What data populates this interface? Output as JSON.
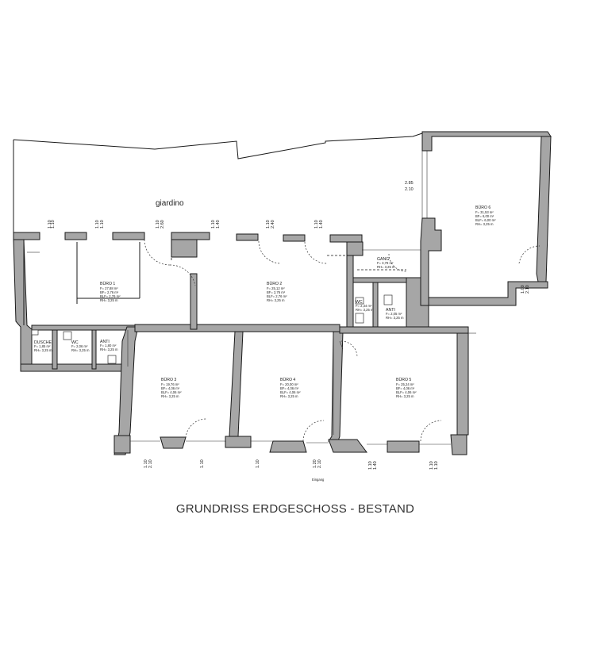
{
  "plan": {
    "title": "GRUNDRISS ERDGESCHOSS - BESTAND",
    "garden": "giardino",
    "entrance": "Eingang",
    "rooms": [
      {
        "name": "BÜRO 1",
        "l1": "F= 27,88 m²",
        "l2": "BF= 2,76 m²",
        "l3": "BLF= 2,76 m²",
        "l4": "RH= 3,25 m"
      },
      {
        "name": "BÜRO 2",
        "l1": "F= 25,12 m²",
        "l2": "BF= 2,76 m²",
        "l3": "BLF= 2,76 m²",
        "l4": "RH= 3,25 m"
      },
      {
        "name": "BÜRO 3",
        "l1": "F= 19,76 m²",
        "l2": "BF= 4,06 m²",
        "l3": "BLF= 4,06 m²",
        "l4": "RH= 3,25 m"
      },
      {
        "name": "BÜRO 4",
        "l1": "F= 20,00 m²",
        "l2": "BF= 4,06 m²",
        "l3": "BLF= 4,06 m²",
        "l4": "RH= 3,25 m"
      },
      {
        "name": "BÜRO 5",
        "l1": "F= 25,24 m²",
        "l2": "BF= 4,06 m²",
        "l3": "BLF= 4,06 m²",
        "l4": "RH= 3,25 m"
      },
      {
        "name": "BÜRO 6",
        "l1": "F= 31,53 m²",
        "l2": "BF= 6,00 m²",
        "l3": "BLF= 6,00 m²",
        "l4": "RH= 3,25 m"
      },
      {
        "name": "GANG",
        "l1": "F= 3,78 m²",
        "l2": "RH= 3,25 m"
      },
      {
        "name": "DUSCHE",
        "l1": "F= 1,85 m²",
        "l2": "RH= 3,25 m"
      },
      {
        "name": "WC",
        "l1": "F= 2,06 m²",
        "l2": "RH= 3,25 m"
      },
      {
        "name": "ANTI",
        "l1": "F= 1,80 m²",
        "l2": "RH= 3,25 m"
      },
      {
        "name": "WC",
        "l1": "F= 2,34 m²",
        "l2": "RH= 3,25 m"
      },
      {
        "name": "ANTI",
        "l1": "F= 2,05 m²",
        "l2": "RH= 3,25 m"
      }
    ],
    "dims": [
      "1.10",
      "1.10",
      "1.10",
      "1.10",
      "1.10",
      "2.60",
      "1.10",
      "1.40",
      "1.10",
      "2.40",
      "1.10",
      "1.40",
      "2.85",
      "2.10",
      "1.00",
      "2.10",
      "1.10",
      "2.10",
      "1.10",
      "1.10",
      "1.20",
      "2.10",
      "1.10",
      "1.40",
      "1.10",
      "1.10"
    ]
  }
}
